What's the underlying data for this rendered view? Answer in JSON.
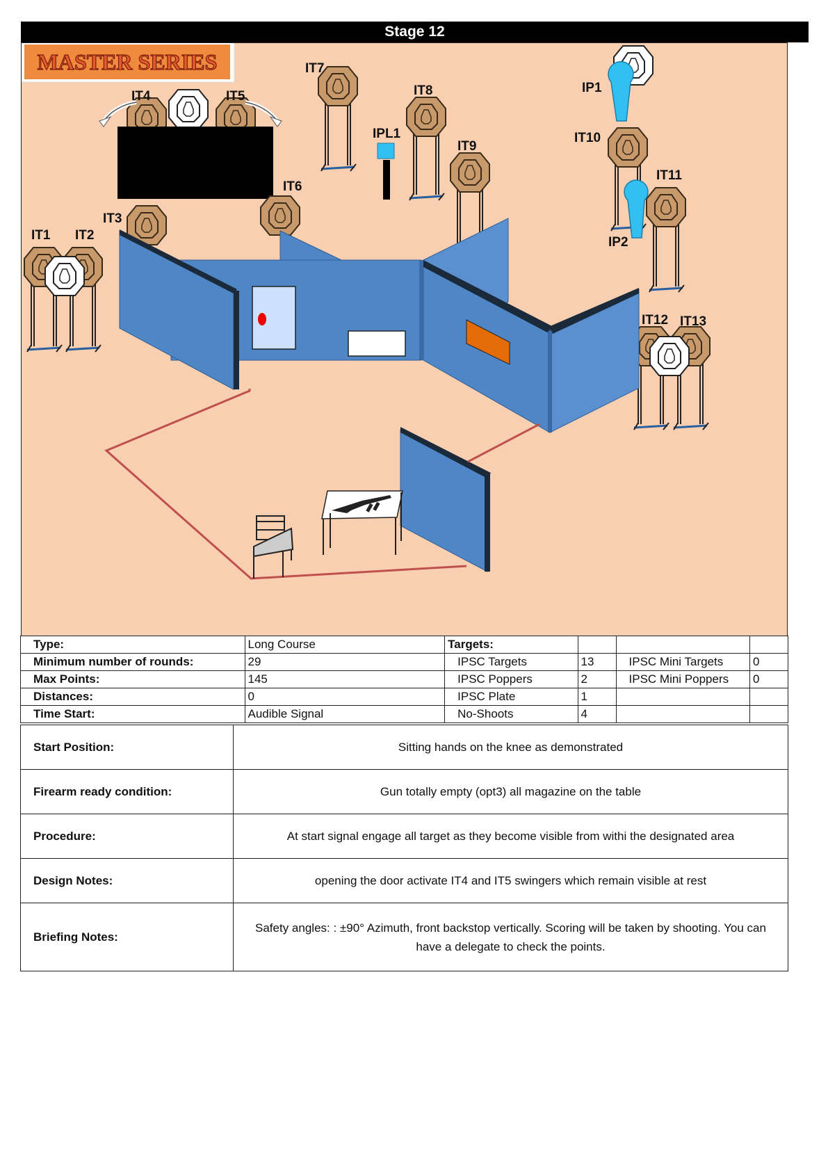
{
  "title": "Stage 12",
  "logo_text": "MASTER SERIES",
  "target_labels": [
    "IT1",
    "IT2",
    "IT3",
    "IT4",
    "IT5",
    "IT6",
    "IT7",
    "IT8",
    "IT9",
    "IT10",
    "IT11",
    "IT12",
    "IT13",
    "IPL1",
    "IP1",
    "IP2"
  ],
  "colors": {
    "background": "#f8cfb0",
    "wall": "#4f86c6",
    "target": "#c8996a",
    "popper": "#33bff0",
    "fault_line": "#c0504d",
    "logo_bg": "#f08a3c"
  },
  "rows": [
    {
      "label": "Type:",
      "value": "Long Course",
      "t1": "Targets:",
      "t1v": "",
      "t2": "",
      "t2v": ""
    },
    {
      "label": "Minimum number of rounds:",
      "value": "29",
      "t1": "IPSC Targets",
      "t1v": "13",
      "t2": "IPSC Mini Targets",
      "t2v": "0"
    },
    {
      "label": "Max Points:",
      "value": "145",
      "t1": "IPSC Poppers",
      "t1v": "2",
      "t2": "IPSC Mini Poppers",
      "t2v": "0"
    },
    {
      "label": "Distances:",
      "value": "0",
      "t1": "IPSC Plate",
      "t1v": "1",
      "t2": "",
      "t2v": ""
    },
    {
      "label": "Time Start:",
      "value": "Audible Signal",
      "t1": "No-Shoots",
      "t1v": "4",
      "t2": "",
      "t2v": ""
    }
  ],
  "notes": [
    {
      "label": "Start Position:",
      "value": "Sitting  hands on the knee as demonstrated"
    },
    {
      "label": "Firearm ready condition:",
      "value": "Gun totally  empty (opt3) all magazine on the table"
    },
    {
      "label": "Procedure:",
      "value": "At start signal engage all target as they become visible from withi the designated area"
    },
    {
      "label": "Design Notes:",
      "value": "opening the door  activate IT4 and IT5 swingers which remain visible at rest"
    },
    {
      "label": "Briefing Notes:",
      "value": "Safety angles: : ±90° Azimuth, front backstop vertically. Scoring will be taken by shooting. You can have a delegate to check the points."
    }
  ]
}
